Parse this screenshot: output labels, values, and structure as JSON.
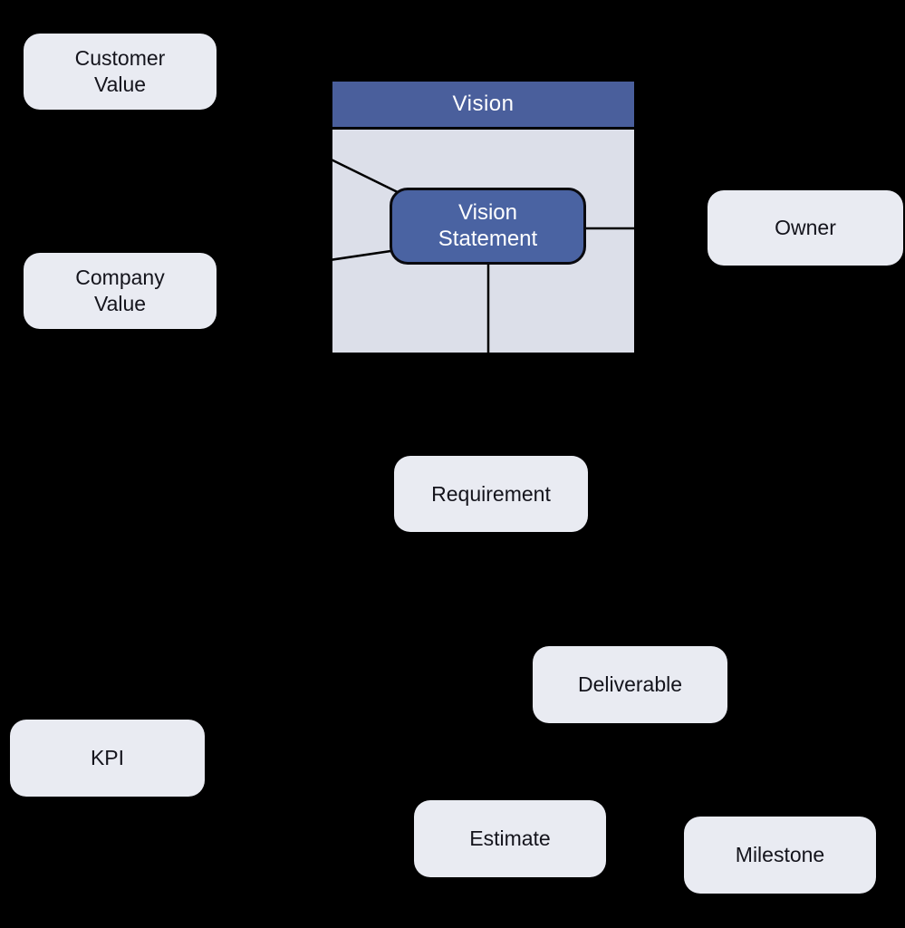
{
  "diagram": {
    "vision_panel": {
      "header_label": "Vision",
      "statement_label": "Vision Statement"
    },
    "nodes": [
      {
        "id": "customer-value",
        "label": "Customer Value"
      },
      {
        "id": "company-value",
        "label": "Company Value"
      },
      {
        "id": "owner",
        "label": "Owner"
      },
      {
        "id": "requirement",
        "label": "Requirement"
      },
      {
        "id": "deliverable",
        "label": "Deliverable"
      },
      {
        "id": "kpi",
        "label": "KPI"
      },
      {
        "id": "estimate",
        "label": "Estimate"
      },
      {
        "id": "milestone",
        "label": "Milestone"
      }
    ],
    "edges": [
      {
        "from": "customer-value",
        "to": "vision-statement"
      },
      {
        "from": "company-value",
        "to": "vision-statement"
      },
      {
        "from": "vision-statement",
        "to": "owner"
      },
      {
        "from": "vision-statement",
        "to": "requirement"
      }
    ],
    "colors": {
      "background": "#000000",
      "header_blue": "#4a5f9c",
      "statement_blue": "#4a63a2",
      "panel_body": "#dcdfe9",
      "node_fill": "#e9ebf2",
      "connector": "#000000",
      "text_dark": "#14141c",
      "text_light": "#ffffff"
    }
  }
}
